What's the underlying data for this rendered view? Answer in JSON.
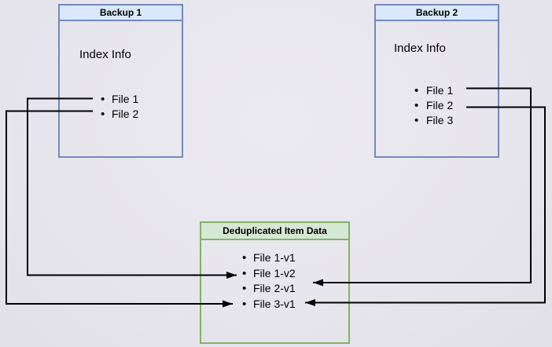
{
  "colors": {
    "blue_fill": "#dae8fc",
    "blue_stroke": "#7389bd",
    "green_fill": "#d5e8d4",
    "green_stroke": "#82b366",
    "line": "#000000"
  },
  "backup1": {
    "title": "Backup 1",
    "index_label": "Index Info",
    "files": [
      "File 1",
      "File 2"
    ]
  },
  "backup2": {
    "title": "Backup 2",
    "index_label": "Index Info",
    "files": [
      "File 1",
      "File 2",
      "File 3"
    ]
  },
  "dedup_store": {
    "title": "Deduplicated Item Data",
    "items": [
      "File 1-v1",
      "File 1-v2",
      "File 2-v1",
      "File 3-v1"
    ]
  },
  "links": [
    {
      "id": "b1f1",
      "from": "Backup 1 / File 1",
      "to": "File 1-v1"
    },
    {
      "id": "b1f2",
      "from": "Backup 1 / File 2",
      "to": "File 2-v1"
    },
    {
      "id": "b2f1",
      "from": "Backup 2 / File 1",
      "to": "File 1-v2"
    },
    {
      "id": "b2f2",
      "from": "Backup 2 / File 2",
      "to": "File 2-v1"
    }
  ]
}
